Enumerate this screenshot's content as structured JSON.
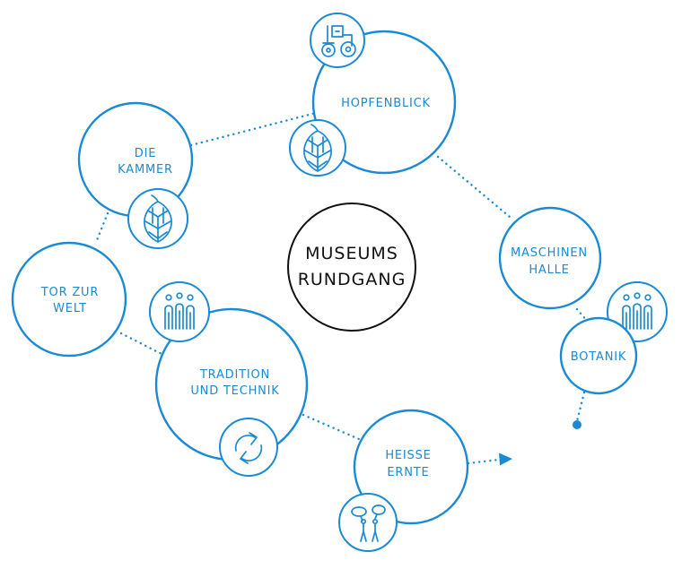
{
  "diagram": {
    "center": {
      "line1": "MUSEUMS",
      "line2": "RUNDGANG"
    },
    "stations": {
      "hopfenblick": {
        "line1": "HOPFENBLICK"
      },
      "kammer": {
        "line1": "DIE",
        "line2": "KAMMER"
      },
      "tor": {
        "line1": "TOR ZUR",
        "line2": "WELT"
      },
      "tradition": {
        "line1": "TRADITION",
        "line2": "UND TECHNIK"
      },
      "heisse": {
        "line1": "HEISSE",
        "line2": "ERNTE"
      },
      "maschinen": {
        "line1": "MASCHINEN",
        "line2": "HALLE"
      },
      "botanik": {
        "line1": "BOTANIK"
      }
    },
    "icons": [
      "tractor-icon",
      "hop-cone-icon",
      "people-group-icon",
      "recycle-arrows-icon",
      "speech-bubbles-icon"
    ],
    "colors": {
      "accent": "#1a8ad4",
      "center": "#111111",
      "background": "#ffffff"
    }
  }
}
